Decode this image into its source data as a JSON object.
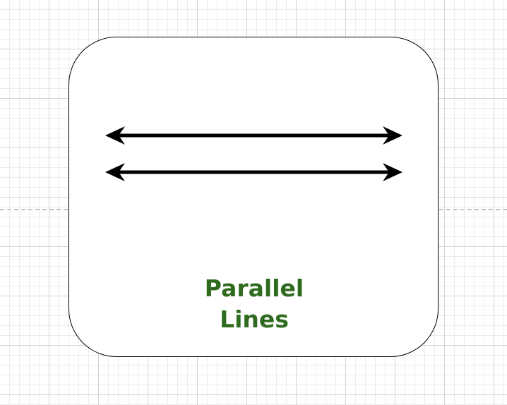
{
  "diagram": {
    "caption_lines": [
      "Parallel",
      "Lines"
    ],
    "caption_color": "#2f6b1e",
    "line_color": "#000000",
    "arrows": [
      {
        "name": "top-double-arrow",
        "direction": "both"
      },
      {
        "name": "bottom-double-arrow",
        "direction": "both"
      }
    ]
  }
}
